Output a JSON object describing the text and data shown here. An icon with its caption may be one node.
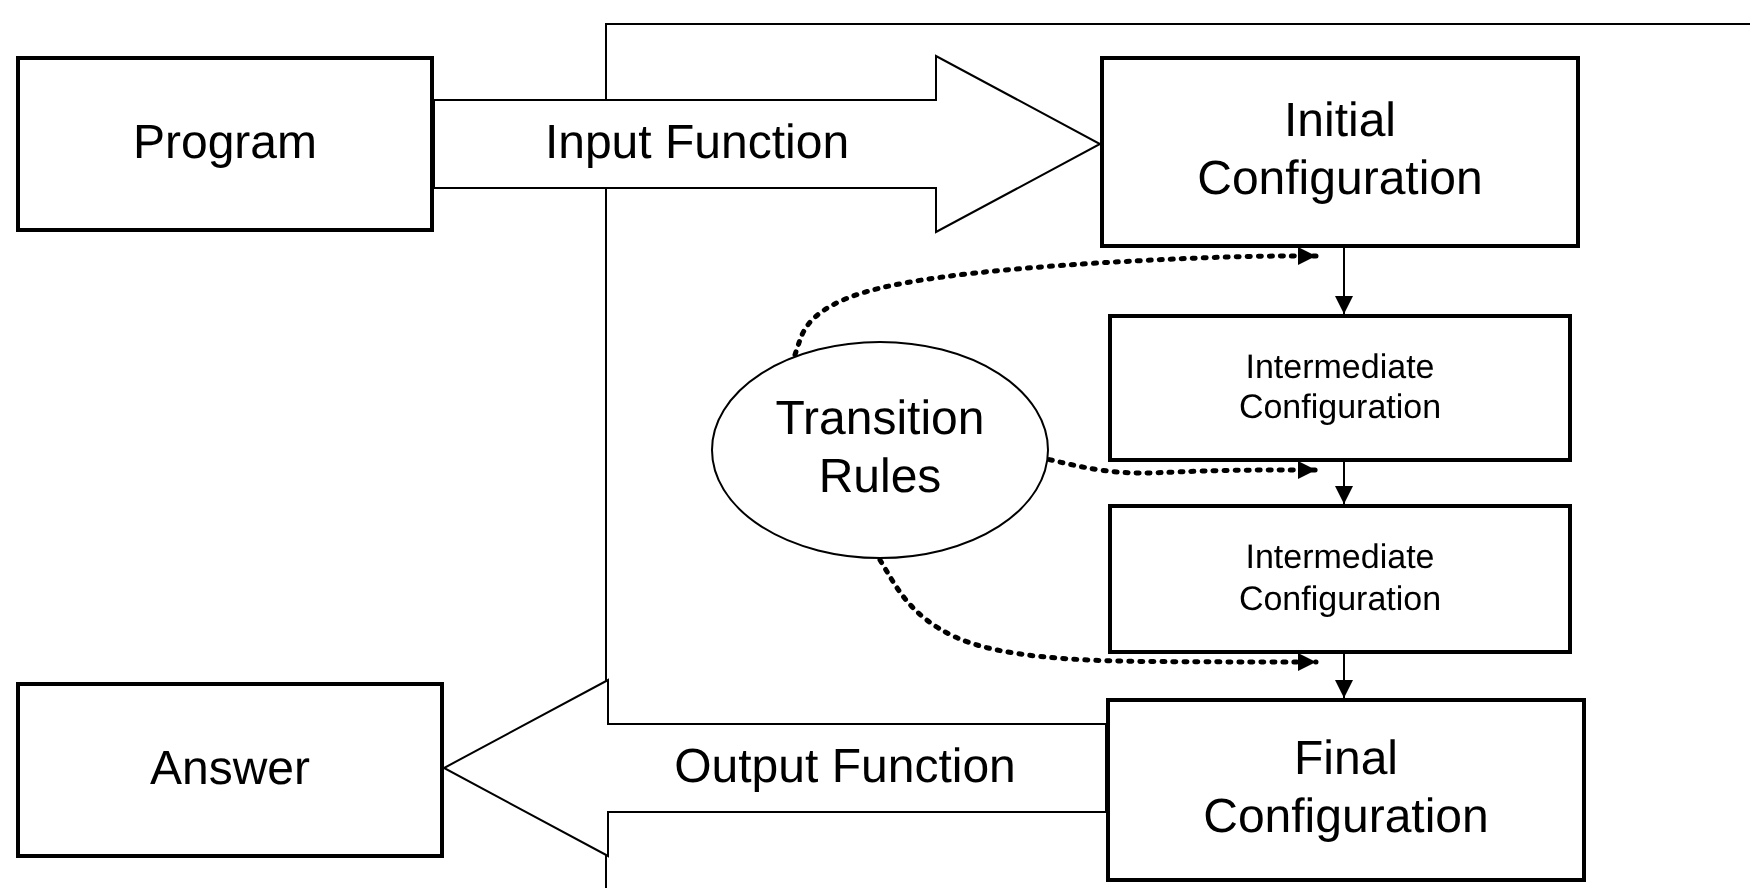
{
  "diagram": {
    "nodes": [
      {
        "text": [
          "Program"
        ]
      },
      {
        "text": [
          "Initial Configuration"
        ]
      },
      {
        "text": [
          "Intermediate Configuration"
        ]
      },
      {
        "text": [
          "Transition Rules"
        ]
      },
      {
        "text": [
          "Intermediate Configuration"
        ]
      },
      {
        "text": [
          "Answer"
        ]
      },
      {
        "text": [
          "Final Configuration"
        ]
      }
    ],
    "edges": [
      {
        "from": 0,
        "to": 1,
        "arrow": "to",
        "label": "Input Function"
      },
      {
        "from": 1,
        "to": 2,
        "arrow": "to"
      },
      {
        "from": 2,
        "to": 4,
        "arrow": "to"
      },
      {
        "from": 4,
        "to": 6,
        "arrow": "to"
      },
      {
        "from": 6,
        "to": 5,
        "arrow": "to",
        "label": "Output Function"
      },
      {
        "from": 3,
        "to": 1,
        "arrow": "to",
        "style": "dashed"
      },
      {
        "from": 3,
        "to": 2,
        "arrow": "to",
        "style": "dashed"
      },
      {
        "from": 3,
        "to": 4,
        "arrow": "to",
        "style": "dashed"
      }
    ]
  }
}
